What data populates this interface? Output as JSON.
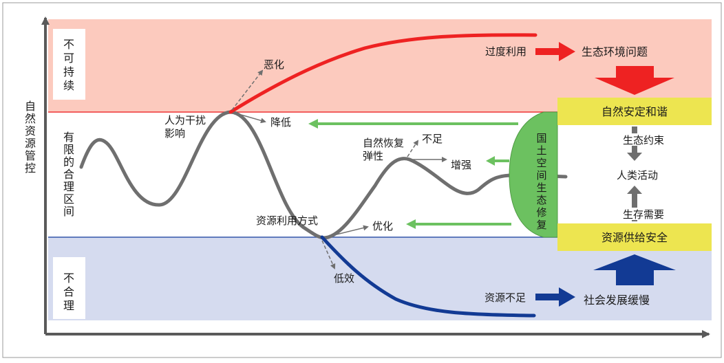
{
  "axis": {
    "y_label_chars": [
      "自",
      "然",
      "资",
      "源",
      "管",
      "控"
    ]
  },
  "zones": {
    "top_label_lines": [
      "不",
      "可",
      "持",
      "续"
    ],
    "middle_label_lines": [
      "有",
      "限",
      "的",
      "合",
      "理",
      "区",
      "间"
    ],
    "bottom_label_lines": [
      "不",
      "合",
      "理"
    ]
  },
  "colors": {
    "top_zone": "#fccabe",
    "bottom_zone": "#d5dbef",
    "red": "#ee2222",
    "blue": "#123a94",
    "green": "#6cc160",
    "yellow": "#ede550",
    "gray_curve": "#6f6f6f"
  },
  "labels": {
    "disturb_line1": "人为干扰",
    "disturb_line2": "影响",
    "worsen": "恶化",
    "reduce": "降低",
    "resource_mode": "资源利用方式",
    "low_efficiency": "低效",
    "recovery_line1": "自然恢复",
    "recovery_line2": "弹性",
    "insufficient": "不足",
    "enhance": "增强",
    "optimize": "优化"
  },
  "green_box_lines": [
    "国",
    "土",
    "空",
    "间",
    "生",
    "态",
    "修",
    "复"
  ],
  "right_panel": {
    "overuse": "过度利用",
    "eco_problem": "生态环境问题",
    "harmony": "自然安定和谐",
    "eco_constraint": "生态约束",
    "human_activity": "人类活动",
    "survival_need": "生存需要",
    "supply_security": "资源供给安全",
    "shortage": "资源不足",
    "slow_dev": "社会发展缓慢"
  },
  "icons": {
    "arrow_right": "arrow-right-icon",
    "arrow_down": "arrow-down-icon",
    "arrow_up": "arrow-up-icon",
    "arrow_left": "arrow-left-icon"
  }
}
